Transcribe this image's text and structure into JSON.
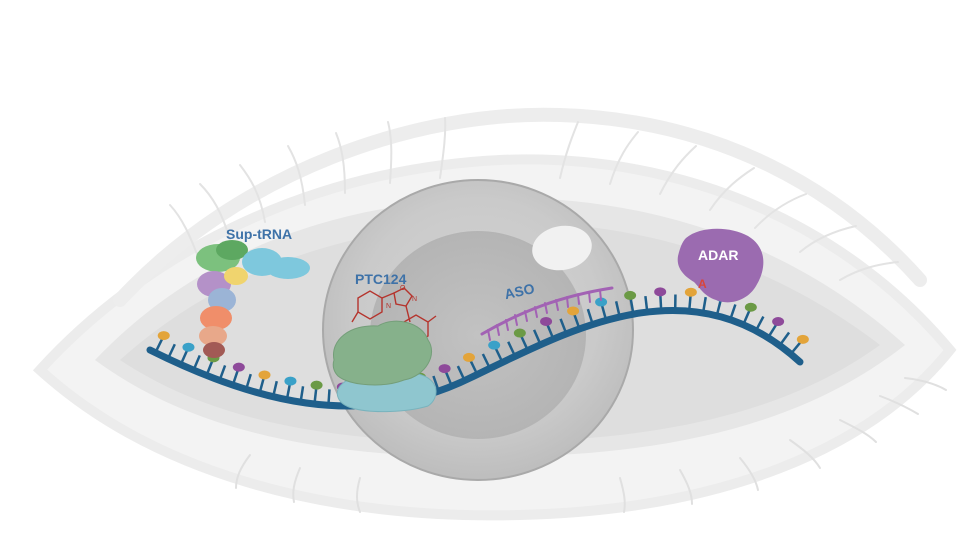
{
  "labels": {
    "sup_trna": "Sup-tRNA",
    "ptc124": "PTC124",
    "aso": "ASO",
    "adar": "ADAR",
    "adenosine": "A"
  },
  "colors": {
    "label_blue": "#3e72a8",
    "rna_backbone": "#1f5f8b",
    "adar_purple": "#9b6bb0",
    "aso_purple": "#a262b4",
    "ribosome_small": "#8fc6cf",
    "ribosome_large": "#86b18b",
    "adenosine_red": "#d8453b"
  },
  "bases": {
    "colors": [
      "#e3a43a",
      "#3aa1c8",
      "#6b9a45",
      "#8e4a9a"
    ]
  }
}
